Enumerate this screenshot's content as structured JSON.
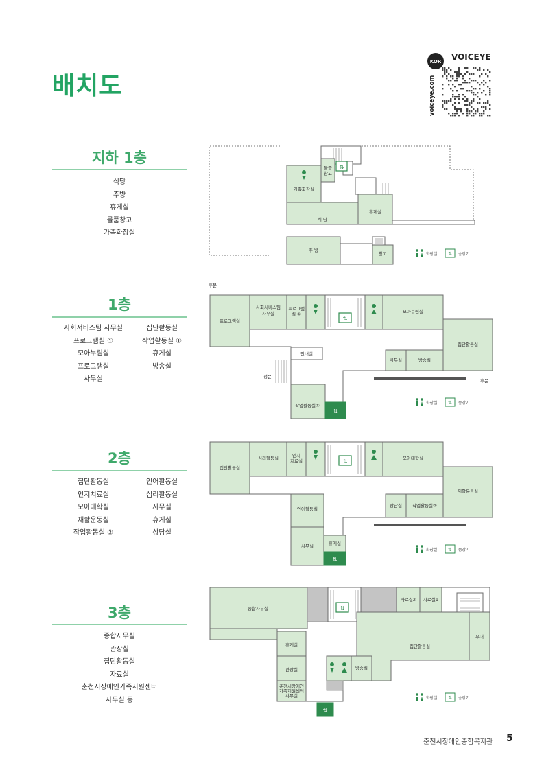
{
  "page_title": "배치도",
  "qr": {
    "brand": "VOICEYE",
    "side_text": "voiceye.com",
    "badge": "KOR"
  },
  "legend": {
    "restroom": "화장실",
    "elevator": "승강기"
  },
  "floors": {
    "b1": {
      "title": "지하 1층",
      "items": [
        "식당",
        "주방",
        "휴게실",
        "물품창고",
        "가족화장실"
      ],
      "rooms": {
        "storage": "물품\n창고",
        "family_restroom": "가족화장실",
        "dining": "식 당",
        "lounge": "휴게실",
        "kitchen": "주 방",
        "warehouse": "창고"
      }
    },
    "f1": {
      "title": "1층",
      "rows": [
        [
          "사회서비스팀 사무실",
          "집단활동실"
        ],
        [
          "프로그램실 ①",
          "작업활동실 ①"
        ],
        [
          "모아누림실",
          "휴게실"
        ],
        [
          "프로그램실",
          "방송실"
        ],
        [
          "사무실",
          ""
        ]
      ],
      "rooms": {
        "program": "프로그램실",
        "social": "사회서비스팀\n사무실",
        "program1": "프로그램\n실 ①",
        "moa": "모아누림실",
        "group": "집단활동실",
        "office": "사무실",
        "broadcast": "방송실",
        "info": "안내실",
        "work1": "작업활동실①",
        "back_gate": "후문",
        "front_gate": "정문",
        "back_gate2": "후문"
      }
    },
    "f2": {
      "title": "2층",
      "rows": [
        [
          "집단활동실",
          "언어활동실"
        ],
        [
          "인지치료실",
          "심리활동실"
        ],
        [
          "모아대학실",
          "사무실"
        ],
        [
          "재활운동실",
          "휴게실"
        ],
        [
          "작업활동실 ②",
          "상담실"
        ]
      ],
      "rooms": {
        "group": "집단활동실",
        "psych": "심리활동실",
        "cog": "인지\n치료실",
        "moa": "모아대학실",
        "rehab": "재활운동실",
        "counsel": "상담실",
        "work2": "작업활동실②",
        "lang": "언어활동실",
        "office": "사무실",
        "lounge": "휴게실"
      }
    },
    "f3": {
      "title": "3층",
      "items": [
        "종합사무실",
        "관장실",
        "집단활동실",
        "자료실",
        "춘천시장애인가족지원센터",
        "사무실 등"
      ],
      "rooms": {
        "main_office": "종합사무실",
        "archive2": "자료실2",
        "archive1": "자료실1",
        "stage": "무대",
        "group": "집단활동실",
        "lounge": "휴게실",
        "director": "관장실",
        "broadcast": "방송실",
        "family_center": "춘천시장애인\n가족지원센터\n사무실"
      }
    }
  },
  "footer": {
    "org": "춘천시장애인종합복지관",
    "page": "5"
  }
}
